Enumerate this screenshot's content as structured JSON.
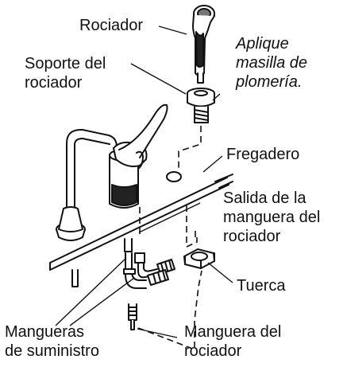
{
  "labels": {
    "rociador": "Rociador",
    "aplique": [
      "Aplique",
      "masilla de",
      "plomería."
    ],
    "soporte": [
      "Soporte del",
      "rociador"
    ],
    "fregadero": "Fregadero",
    "salida": [
      "Salida de la",
      "manguera del",
      "rociador"
    ],
    "tuerca": "Tuerca",
    "mangueras_suministro": [
      "Mangueras",
      "de suministro"
    ],
    "manguera_rociador": [
      "Manguera del",
      "rociador"
    ]
  }
}
